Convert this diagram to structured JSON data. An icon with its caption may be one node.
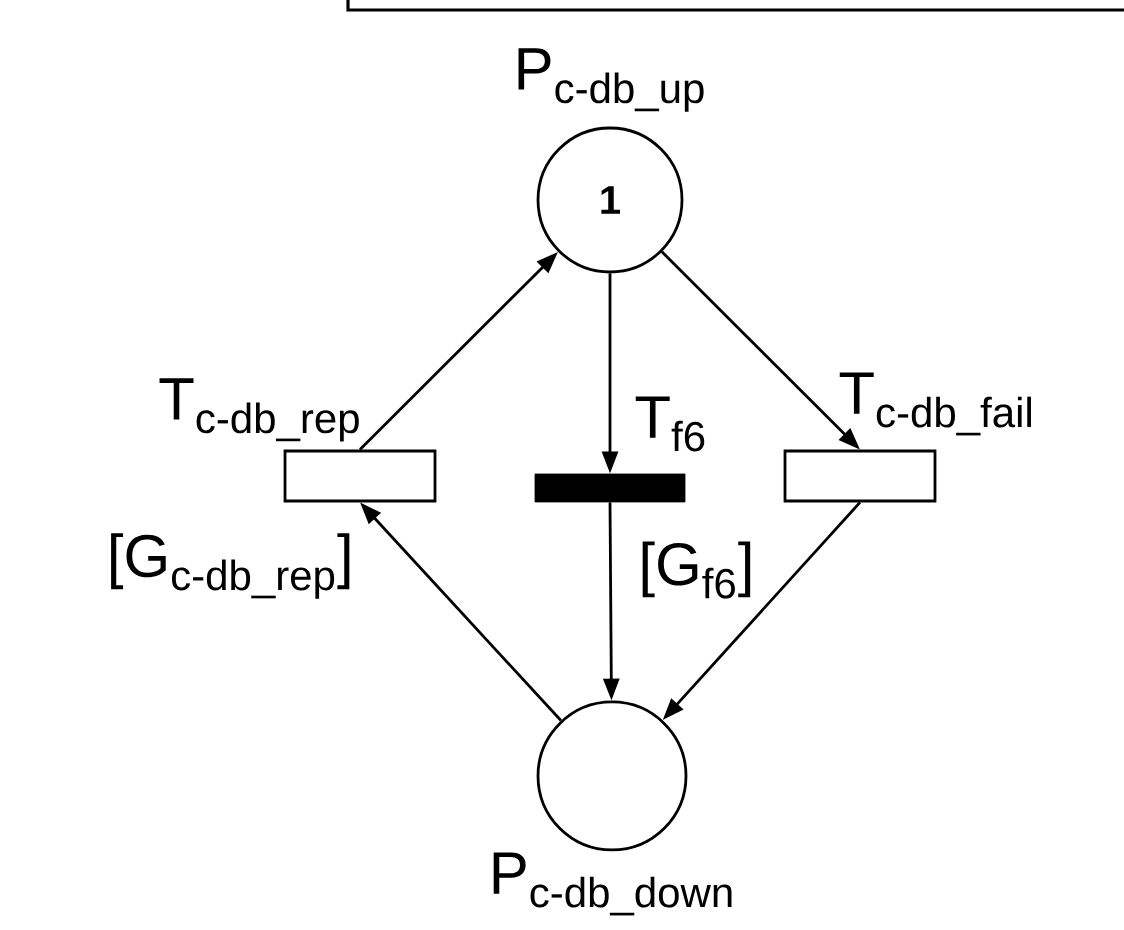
{
  "diagram": {
    "nodes": [
      {
        "text": [
          "1"
        ],
        "beside": [
          "P$_{c-db_up}$"
        ]
      },
      {
        "text": [],
        "shape": "box",
        "beside": [
          "T$_{c-db_rep}$",
          "[G$_{c-db_rep}$]"
        ]
      },
      {
        "text": [],
        "shape": "bar",
        "beside": [
          "T$_{f6}$",
          "[G$_{f6}$]"
        ]
      },
      {
        "text": [],
        "shape": "box",
        "beside": [
          "T$_{c-db_fail}$"
        ]
      },
      {
        "text": [],
        "shape": "circle",
        "beside": [
          "P$_{c-db_down}$"
        ]
      }
    ],
    "edges": [
      {
        "from": 0,
        "to": 3,
        "arrow": "to"
      },
      {
        "from": 3,
        "to": 4,
        "arrow": "to"
      },
      {
        "from": 0,
        "to": 2,
        "arrow": "to"
      },
      {
        "from": 2,
        "to": 4,
        "arrow": "to"
      },
      {
        "from": 4,
        "to": 1,
        "arrow": "to"
      },
      {
        "from": 1,
        "to": 0,
        "arrow": "to"
      }
    ]
  }
}
